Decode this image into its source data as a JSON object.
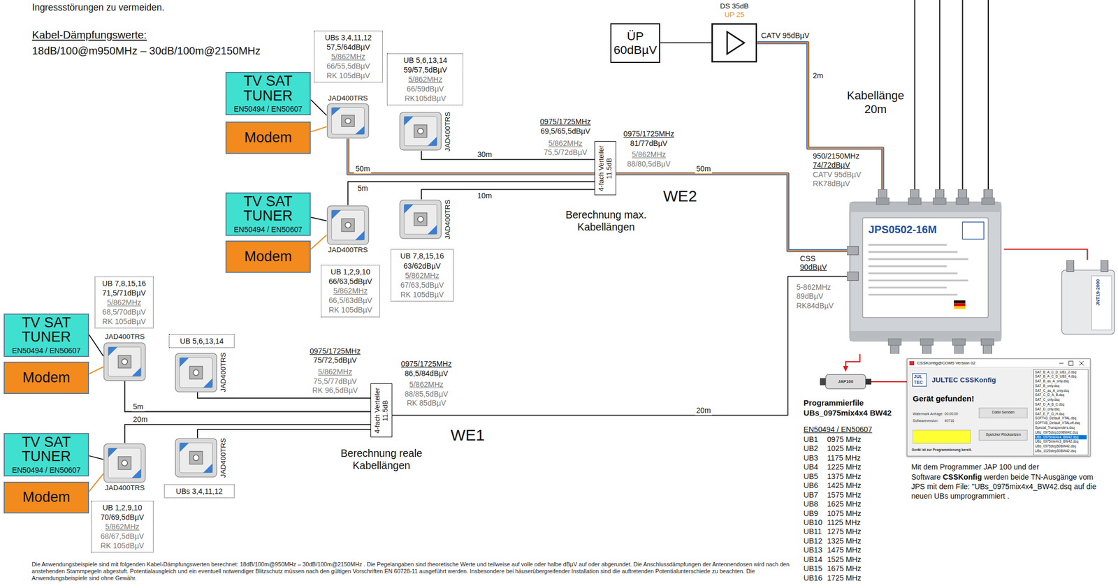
{
  "diagram": {
    "caption": "Die Anwendungsbeispiele sind mit folgenden Kabel-Dämpfungswerten berechnet: 18dB/100m@950MHz – 30dB/100m@2150MHz . Die Pegelangaben sind theoretische Werte und teilweise auf volle oder halbe dBµV auf oder abgerundet. Die Anschlussdämpfungen der Antennendosen wird nach den anstehenden Stammpegeln abgestuft. Potentialausgleich und ein eventuell notwendiger Blitzschutz müssen nach den gültigen Vorschriften EN 60728-11 ausgeführt werden. Insbesondere bei häuserübergreifender Installation sind die auftretenden Potentialunterschiede zu beachten. Die Anwendungsbeispiele sind ohne Gewähr.",
    "nodes": [
      {
        "text": [
          "ÜP 60dBµV"
        ]
      },
      {
        "text": [
          "DS 35dB",
          "UP 25"
        ]
      },
      {
        "text": [
          "UBs 3,4,11,12",
          "57,5/64dBµV",
          "5/862MHz",
          "66/55,5dBµV",
          "RK 105dBµV"
        ]
      },
      {
        "text": [
          "UB 5,6,13,14",
          "59/57,5dBµV",
          "5/862MHz",
          "66/59dBµV",
          "RK105dBµV"
        ]
      },
      {
        "text": [
          "TV SAT TUNER",
          "EN50494 / EN50607"
        ]
      },
      {
        "text": [
          "Modem"
        ]
      },
      {
        "text": [
          "JAD400TRS"
        ]
      },
      {
        "text": [
          "JAD400TRS"
        ]
      },
      {
        "text": [
          "4-fach Verteiler 11.5dB"
        ]
      },
      {
        "text": [
          "TV SAT TUNER",
          "EN50494 / EN50607"
        ]
      },
      {
        "text": [
          "Modem"
        ]
      },
      {
        "text": [
          "JAD400TRS"
        ]
      },
      {
        "text": [
          "JAD400TRS"
        ]
      },
      {
        "text": [
          "UB 7,8,15,16",
          "63/62dBµV",
          "5/862MHz",
          "67/63,5dBµV",
          "RK 105dBµV"
        ]
      },
      {
        "text": [
          "UB 1,2,9,10",
          "66/63,5dBµV",
          "5/862MHz",
          "66,5/63dBµV",
          "RK 105dBµV"
        ]
      },
      {
        "text": [
          "UB 7,8,15,16",
          "71,5/71dBµV",
          "5/862MHz",
          "68,5/70dBµV",
          "RK 105dBµV"
        ]
      },
      {
        "text": [
          "TV SAT TUNER",
          "EN50494 / EN50607"
        ]
      },
      {
        "text": [
          "Modem"
        ]
      },
      {
        "text": [
          "JAD400TRS"
        ]
      },
      {
        "text": [
          "UB 5,6,13,14"
        ]
      },
      {
        "text": [
          "JAD400TRS"
        ]
      },
      {
        "text": [
          "4-fach Verteiler 11.5dB"
        ]
      },
      {
        "text": [
          "TV SAT TUNER",
          "EN50494 / EN50607"
        ]
      },
      {
        "text": [
          "Modem"
        ]
      },
      {
        "text": [
          "JAD400TRS"
        ]
      },
      {
        "text": [
          "JAD400TRS"
        ]
      },
      {
        "text": [
          "UBs 3,4,11,12"
        ]
      },
      {
        "text": [
          "UB 1,2,9,10",
          "70/69,5dBµV",
          "5/862MHz",
          "68/67,5dBµV",
          "RK 105dBµV"
        ]
      },
      {
        "text": [
          "JPS0502-16M"
        ]
      },
      {
        "text": [
          "JNT19-2000"
        ]
      },
      {
        "text": [
          "JAP100"
        ]
      },
      {
        "text": [
          "CSSKonfig@COM5 Version 02",
          "JUL",
          "TEC",
          "JULTEC CSSKonfig",
          "Gerät gefunden!",
          "Watermark Anfrage:",
          "00:00:00",
          "Softwareversion:",
          "40716",
          "Gerät ist zur Programmierung bereit."
        ]
      },
      {
        "text": [
          "Datei Senden"
        ],
        "in": 31
      },
      {
        "text": [
          "Speicher Rücksetzen"
        ],
        "in": 31
      },
      {
        "text": [
          "SAT_B_A_C_D_UB1_2.dsq",
          "SAT_B_A_C_D_UB3_4.dsq",
          "SAT_B_as_A_only.dsq",
          "SAT_B_only.dsq",
          "SAT_C_as_A_only.dsq",
          "SAT_C_D_A_B.dsq",
          "SAT_C_only.dsq",
          "SAT_D_A_B_C.dsq",
          "SAT_D_only.dsq",
          "SAT_E_F_G_H.dsq",
          "SOFT43_Default_XTAL.dsq",
          "SOFT45_Default_XTALoff.dsq",
          "Special_Transponders.dsq",
          "UBs_0975step100BW42.dsq",
          "UBs_0975mix4x4_BW42.dsq",
          "UBs_0975mix4x3_BW42.dsq",
          "UBs_0975step50BW42.dsq",
          "UBs_1025step50BW42.dsq"
        ],
        "in": 31
      }
    ],
    "edges": [
      {
        "from": 0,
        "to": 1,
        "arrow": "none"
      },
      {
        "from": 1,
        "to": 28,
        "label": "CATV 95dBµV",
        "arrow": "none"
      },
      {
        "from": 28,
        "to": 8,
        "label": "50m",
        "arrow": "none"
      },
      {
        "from": 28,
        "to": 21,
        "label": "20m",
        "arrow": "none"
      },
      {
        "from": 8,
        "to": 6,
        "label": "50m",
        "arrow": "none"
      },
      {
        "from": 8,
        "to": 7,
        "label": "30m",
        "arrow": "none"
      },
      {
        "from": 8,
        "to": 11,
        "label": "5m",
        "arrow": "none"
      },
      {
        "from": 8,
        "to": 12,
        "label": "10m",
        "arrow": "none"
      },
      {
        "from": 21,
        "to": 20,
        "arrow": "none"
      },
      {
        "from": 21,
        "to": 18,
        "label": "5m",
        "arrow": "none"
      },
      {
        "from": 21,
        "to": 24,
        "label": "20m",
        "arrow": "none"
      },
      {
        "from": 21,
        "to": 25,
        "arrow": "none"
      },
      {
        "from": 4,
        "to": 6,
        "arrow": "none"
      },
      {
        "from": 5,
        "to": 6,
        "arrow": "none"
      },
      {
        "from": 9,
        "to": 11,
        "arrow": "none"
      },
      {
        "from": 10,
        "to": 11,
        "arrow": "none"
      },
      {
        "from": 16,
        "to": 18,
        "arrow": "none"
      },
      {
        "from": 17,
        "to": 18,
        "arrow": "none"
      },
      {
        "from": 22,
        "to": 24,
        "arrow": "none"
      },
      {
        "from": 23,
        "to": 24,
        "arrow": "none"
      },
      {
        "from": 28,
        "to": 29,
        "arrow": "none"
      },
      {
        "from": 28,
        "to": 30,
        "arrow": "to"
      },
      {
        "from": 30,
        "to": 31,
        "arrow": "none"
      }
    ],
    "labels": [
      "Ingressstörungen zu vermeiden.",
      "Kabel-Dämpfungswerte:",
      "18dB/100@m950MHz – 30dB/100m@2150MHz",
      "0975/1725MHz",
      "69,5/65,5dBµV",
      "5/862MHz",
      "75,5/72dBµV",
      "0975/1725MHz",
      "81/77dBµV",
      "5/862MHz",
      "88/80,5dBµV",
      "WE2",
      "Berechnung max. Kabellängen",
      "0975/1725MHz",
      "75/72,5dBµV",
      "5/862MHz",
      "75,5/77dBµV",
      "RK 96,5dBµV",
      "0975/1725MHz",
      "86,5/84dBµV",
      "5/862MHz",
      "88/85,5dBµV",
      "RK 85dBµV",
      "WE1",
      "Berechnung reale Kabellängen",
      "2m",
      "Kabellänge 20m",
      "950/2150MHz",
      "74/72dBµV",
      "CATV 95dBµV",
      "RK78dBµV",
      "CSS",
      "90dBµV",
      "5-862MHz",
      "89dBµV",
      "RK84dBµV",
      "Programmierfile",
      "UBs_0975mix4x4 BW42",
      "EN50494 / EN50607",
      "UB1",
      "0975 MHz",
      "UB2",
      "1025 MHz",
      "UB3",
      "1175 MHz",
      "UB4",
      "1225 MHz",
      "UB5",
      "1375 MHz",
      "UB6",
      "1425 MHz",
      "UB7",
      "1575 MHz",
      "UB8",
      "1625 MHz",
      "UB9",
      "1075 MHz",
      "UB10",
      "1125 MHz",
      "UB11",
      "1275 MHz",
      "UB12",
      "1325 MHz",
      "UB13",
      "1475 MHz",
      "UB14",
      "1525 MHz",
      "UB15",
      "1675 MHz",
      "UB16",
      "1725 MHz",
      "Mit dem Programmer JAP 100 und der Software",
      "CSSKonfig",
      "werden beide TN-Ausgänge vom JPS mit dem File: \"UBs_0975mix4x4_BW42.dsq auf die neuen UBs umprogrammiert ."
    ]
  }
}
